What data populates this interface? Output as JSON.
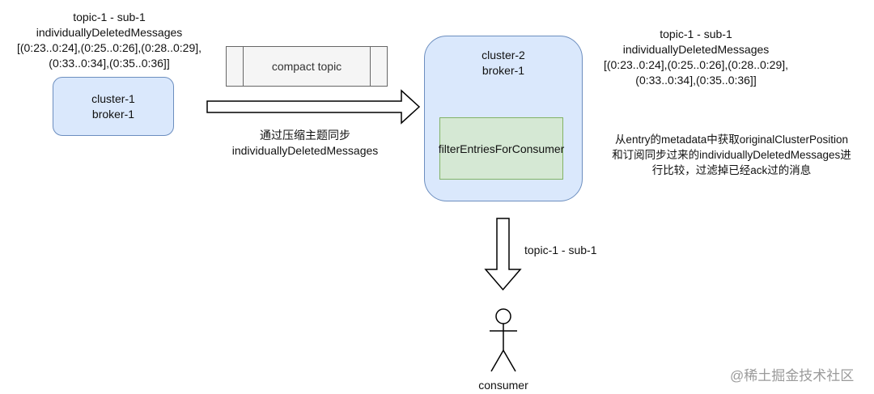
{
  "left_label": {
    "line1": "topic-1 - sub-1",
    "line2": "individuallyDeletedMessages",
    "line3": "[(0:23..0:24],(0:25..0:26],(0:28..0:29],",
    "line4": "(0:33..0:34],(0:35..0:36]]"
  },
  "cluster1": {
    "line1": "cluster-1",
    "line2": "broker-1"
  },
  "compact_topic": {
    "label": "compact topic"
  },
  "sync_label": {
    "line1": "通过压缩主题同步",
    "line2": "individuallyDeletedMessages"
  },
  "cluster2": {
    "line1": "cluster-2",
    "line2": "broker-1"
  },
  "filter_box": {
    "label": "filterEntriesForConsumer"
  },
  "right_label": {
    "line1": "topic-1 - sub-1",
    "line2": "individuallyDeletedMessages",
    "line3": "[(0:23..0:24],(0:25..0:26],(0:28..0:29],",
    "line4": "(0:33..0:34],(0:35..0:36]]"
  },
  "note": {
    "line1": "从entry的metadata中获取originalClusterPosition",
    "line2": "和订阅同步过来的individuallyDeletedMessages进",
    "line3": "行比较，过滤掉已经ack过的消息"
  },
  "down_label": "topic-1 - sub-1",
  "consumer_label": "consumer",
  "watermark": "@稀土掘金技术社区",
  "colors": {
    "cluster_fill": "#dae8fc",
    "cluster_border": "#6c8ebf",
    "filter_fill": "#d5e8d4",
    "filter_border": "#82b366",
    "compact_fill": "#f5f5f5"
  }
}
